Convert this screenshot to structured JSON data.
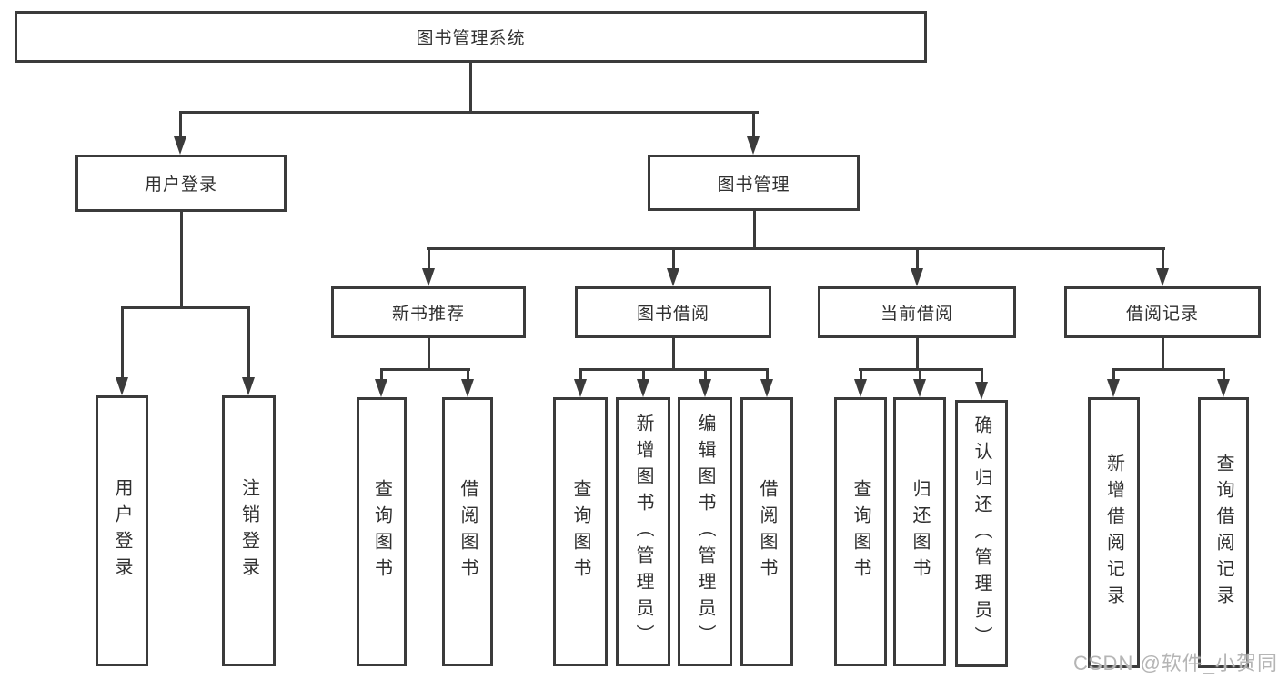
{
  "tree": {
    "root": {
      "label": "图书管理系统",
      "children": [
        {
          "label": "用户登录",
          "children": [
            {
              "label": "用户登录"
            },
            {
              "label": "注销登录"
            }
          ]
        },
        {
          "label": "图书管理",
          "children": [
            {
              "label": "新书推荐",
              "children": [
                {
                  "label": "查询图书"
                },
                {
                  "label": "借阅图书"
                }
              ]
            },
            {
              "label": "图书借阅",
              "children": [
                {
                  "label": "查询图书"
                },
                {
                  "label": "新增图书（管理员）"
                },
                {
                  "label": "编辑图书（管理员）"
                },
                {
                  "label": "借阅图书"
                }
              ]
            },
            {
              "label": "当前借阅",
              "children": [
                {
                  "label": "查询图书"
                },
                {
                  "label": "归还图书"
                },
                {
                  "label": "确认归还（管理员）"
                }
              ]
            },
            {
              "label": "借阅记录",
              "children": [
                {
                  "label": "新增借阅记录"
                },
                {
                  "label": "查询借阅记录"
                }
              ]
            }
          ]
        }
      ]
    }
  },
  "colors": {
    "line": "#3b3b3b",
    "text": "#303030",
    "watermark_gray": "#b5b5b5",
    "background": "#ffffff"
  },
  "watermark": "CSDN @软件_小贺同学"
}
